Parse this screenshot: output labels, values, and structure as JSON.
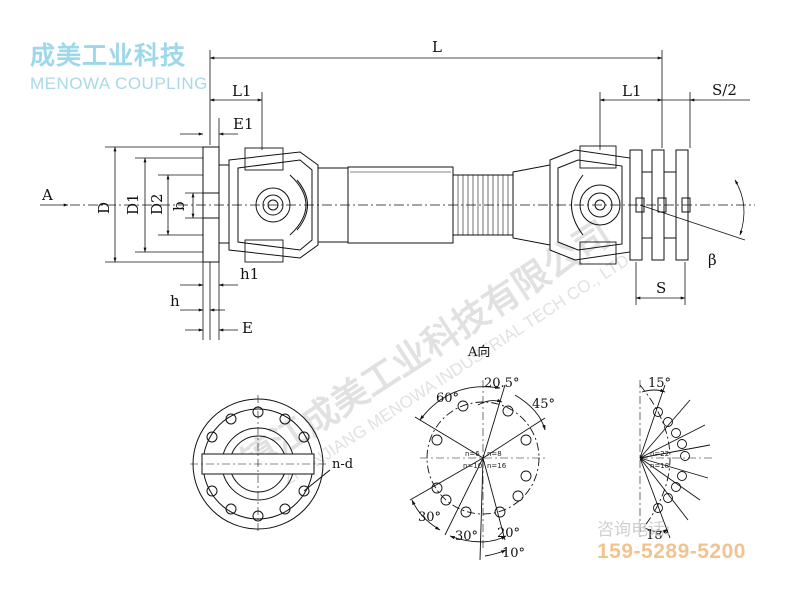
{
  "brand": {
    "name_cn": "成美工业科技",
    "name_en": "MENOWA COUPLING"
  },
  "watermark": {
    "cn": "镇江成美工业科技有限公司",
    "en": "ZHENJIANG MENOWA INDUSTRIAL TECH CO., LTD"
  },
  "contact": {
    "label": "咨询电话:",
    "phone": "159-5289-5200"
  },
  "dims": {
    "L": "L",
    "L1_left": "L1",
    "L1_right": "L1",
    "S_half": "S/2",
    "E1": "E1",
    "A": "A",
    "D": "D",
    "D1": "D1",
    "D2": "D2",
    "b": "b",
    "h1": "h1",
    "h": "h",
    "E": "E",
    "S": "S",
    "beta": "β",
    "n_d": "n-d"
  },
  "view_a": {
    "title": "A向",
    "angles": {
      "a60": "60°",
      "a20_5": "20.5°",
      "a45": "45°",
      "a30_left": "30°",
      "a30_mid": "30°",
      "a20": "20°",
      "a10": "10°",
      "a15": "15°",
      "a18": "18°"
    },
    "hole_counts": {
      "n6": "n=6",
      "n8": "n=8",
      "n10": "n=10",
      "n16": "n=16",
      "n22": "n=22",
      "n18": "n=18"
    }
  }
}
